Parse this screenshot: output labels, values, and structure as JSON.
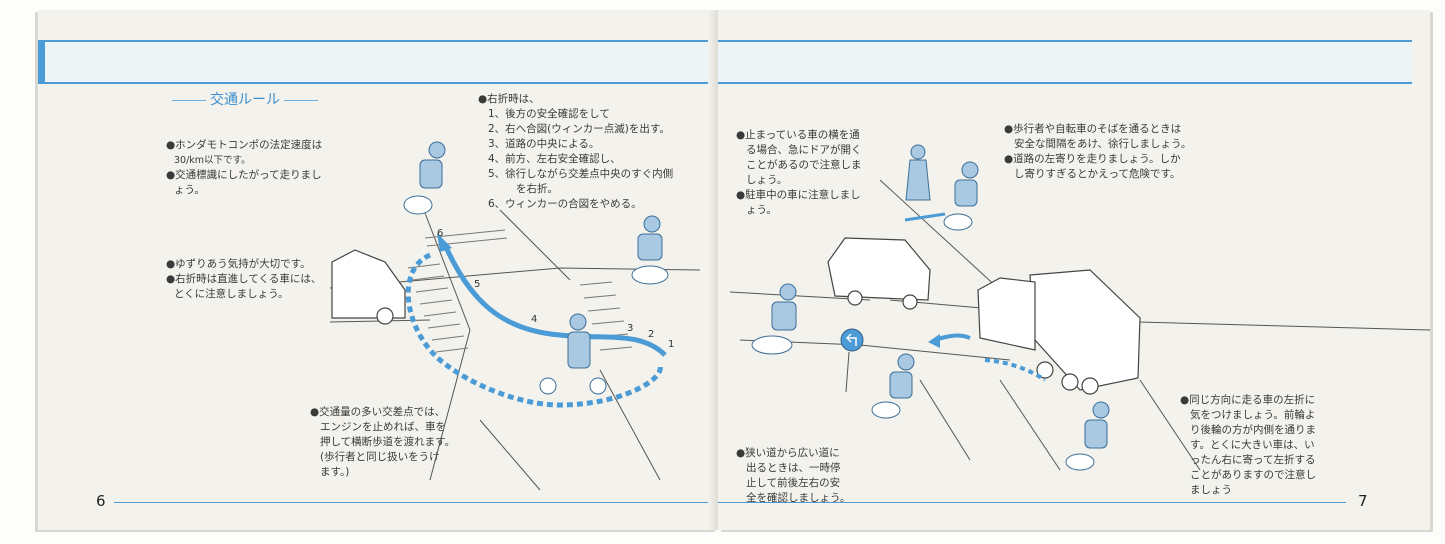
{
  "left_page": {
    "section_title": "交通ルール",
    "page_number": "6",
    "blocks": {
      "speed": [
        "●ホンダモトコンポの法定速度は",
        "30/km以下です。",
        "●交通標識にしたがって走りまし",
        "ょう。"
      ],
      "yield": [
        "●ゆずりあう気持が大切です。",
        "●右折時は直進してくる車には、",
        "とくに注意しましょう。"
      ],
      "right_turn": [
        "●右折時は、",
        "1、後方の安全確認をして",
        "2、右へ合図(ウィンカー点滅)を出す。",
        "3、道路の中央による。",
        "4、前方、左右安全確認し、",
        "5、徐行しながら交差点中央のすぐ内側",
        "を右折。",
        "6、ウィンカーの合図をやめる。"
      ],
      "heavy_traffic": [
        "●交通量の多い交差点では、",
        "エンジンを止めれば、車を",
        "押して横断歩道を渡れます。",
        "(歩行者と同じ扱いをうけ",
        "ます。)"
      ]
    },
    "path_labels": [
      "1",
      "2",
      "3",
      "4",
      "5",
      "6"
    ]
  },
  "right_page": {
    "page_number": "7",
    "blocks": {
      "parked_car": [
        "●止まっている車の横を通",
        "る場合、急にドアが開く",
        "ことがあるので注意しま",
        "しょう。",
        "●駐車中の車に注意しまし",
        "ょう。"
      ],
      "pedestrian": [
        "●歩行者や自転車のそばを通るときは",
        "安全な間隔をあけ、徐行しましょう。",
        "●道路の左寄りを走りましょう。しか",
        "し寄りすぎるとかえって危険です。"
      ],
      "narrow_road": [
        "●狭い道から広い道に",
        "出るときは、一時停",
        "止して前後左右の安",
        "全を確認しましょう。"
      ],
      "left_turn": [
        "●同じ方向に走る車の左折に",
        "気をつけましょう。前輪よ",
        "り後輪の方が内側を通りま",
        "す。とくに大きい車は、い",
        "ったん右に寄って左折する",
        "ことがありますので注意し",
        "ましょう"
      ]
    }
  },
  "colors": {
    "accent": "#4b9bd6",
    "paper": "#f3f2ec",
    "ink": "#3a3a3a"
  }
}
